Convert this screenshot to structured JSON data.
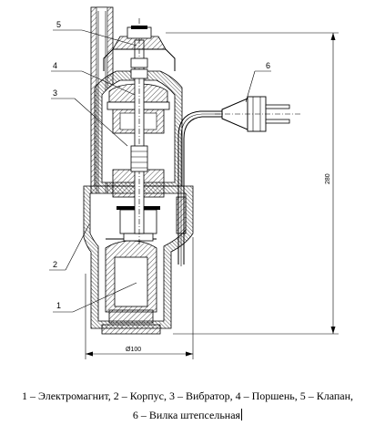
{
  "labels": {
    "l1": "1",
    "l2": "2",
    "l3": "3",
    "l4": "4",
    "l5": "5",
    "l6": "6"
  },
  "dimensions": {
    "height": "280",
    "diameter": "Ø100"
  },
  "caption": {
    "line1": "1 – Электромагнит, 2 – Корпус, 3 – Вибратор, 4 – Поршень, 5 – Клапан,",
    "line2": "6 – Вилка штепсельная"
  }
}
